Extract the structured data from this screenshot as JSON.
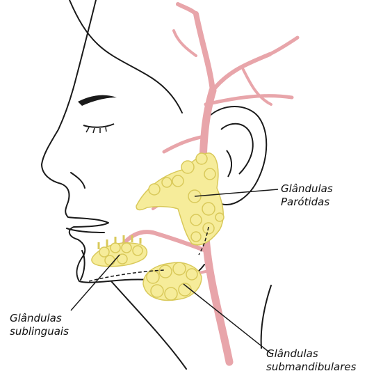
{
  "labels": {
    "parotid": {
      "line1": "Glândulas",
      "line2": "Parótidas"
    },
    "sublingual": {
      "line1": "Glândulas",
      "line2": "sublinguais"
    },
    "submandibular": {
      "line1": "Glândulas",
      "line2": "submandibulares"
    }
  },
  "colors": {
    "outline": "#1a1a1a",
    "artery": "#e8a5aa",
    "artery_edge": "#d48a90",
    "gland_fill": "#f6ec9a",
    "gland_edge": "#d9c95a",
    "leader_line": "#1a1a1a"
  }
}
